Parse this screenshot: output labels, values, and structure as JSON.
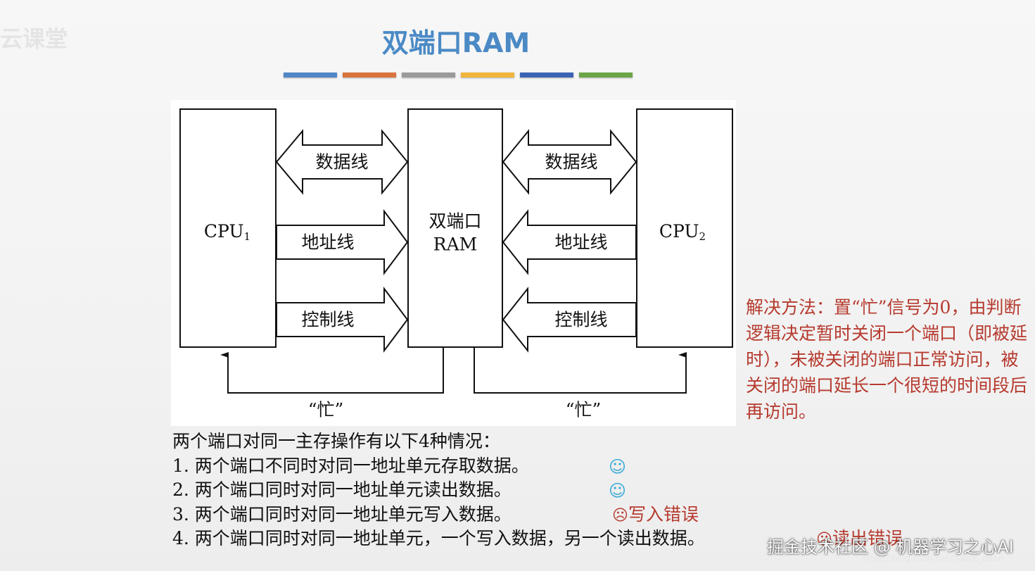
{
  "slide": {
    "logo_text": "云课堂",
    "title": "双端口RAM",
    "accent_bars": [
      "#4f86c6",
      "#d9743c",
      "#9a9a9a",
      "#f1b53b",
      "#3a63b5",
      "#6aa546"
    ]
  },
  "diagram": {
    "cpu1": {
      "main": "CPU",
      "sub": "1"
    },
    "cpu2": {
      "main": "CPU",
      "sub": "2"
    },
    "ram_line1": "双端口",
    "ram_line2": "RAM",
    "left_data": "数据线",
    "left_addr": "地址线",
    "left_ctrl": "控制线",
    "right_data": "数据线",
    "right_addr": "地址线",
    "right_ctrl": "控制线",
    "busy_left": "“忙”",
    "busy_right": "“忙”"
  },
  "note": {
    "text": "解决方法：置“忙”信号为0，由判断逻辑决定暂时关闭一个端口（即被延时），未被关闭的端口正常访问，被关闭的端口延长一个很短的时间段后再访问。"
  },
  "cases": {
    "intro": "两个端口对同一主存操作有以下4种情况：",
    "items": [
      {
        "text": "1. 两个端口不同时对同一地址单元存取数据。",
        "icon": "☺",
        "icon_name": "smile-icon"
      },
      {
        "text": "2. 两个端口同时对同一地址单元读出数据。",
        "icon": "☺",
        "icon_name": "smile-icon"
      },
      {
        "text": "3. 两个端口同时对同一地址单元写入数据。",
        "icon": "☹",
        "icon_name": "frown-icon",
        "error": "写入错误"
      },
      {
        "text": "4. 两个端口同时对同一地址单元，一个写入数据，另一个读出数据。",
        "icon": "☹",
        "icon_name": "frown-icon",
        "error": "读出错误"
      }
    ]
  },
  "watermark": {
    "main": "掘金技术社区 @ 机器学习之心AI",
    "url": "https://blog.csdn.net/haojie_duan"
  }
}
